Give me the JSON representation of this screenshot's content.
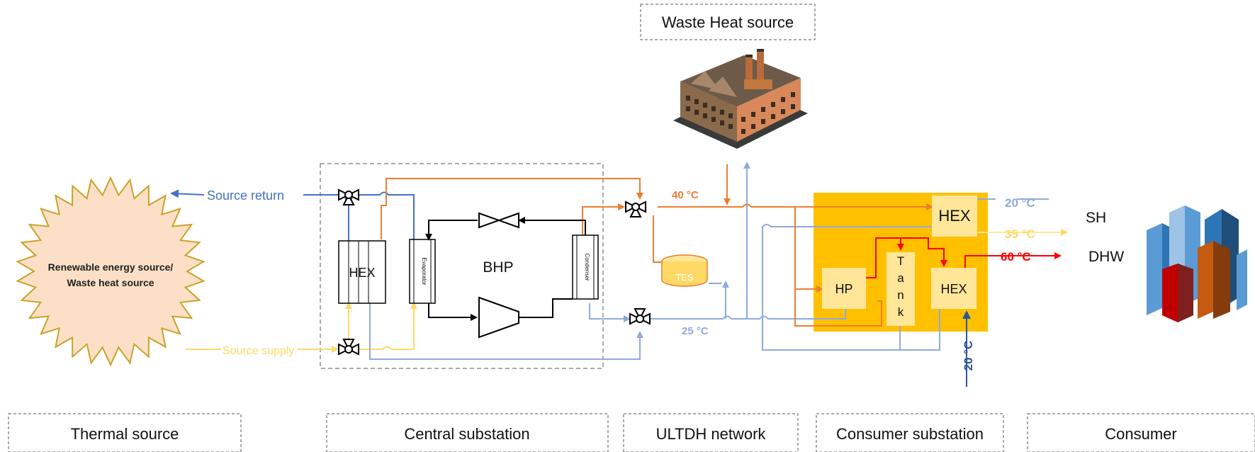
{
  "title_box": "Waste Heat source",
  "thermal": {
    "sun_label_line1": "Renewable energy source/",
    "sun_label_line2": "Waste heat source",
    "source_return": "Source return",
    "source_supply": "Source supply"
  },
  "central": {
    "hex": "HEX",
    "evaporator": "Evaporator",
    "condenser": "Condenser",
    "bhp": "BHP"
  },
  "network": {
    "tes": "TES",
    "t_supply": "40 °C",
    "t_return": "25 °C"
  },
  "consumer_substation": {
    "hex_top": "HEX",
    "hp": "HP",
    "tank_letters": [
      "T",
      "a",
      "n",
      "k"
    ],
    "hex_bottom": "HEX",
    "t_sh_return": "20 °C",
    "t_sh_supply": "35 °C",
    "t_dhw": "60 °C",
    "t_cold_water": "20 °C"
  },
  "consumer": {
    "sh": "SH",
    "dhw": "DHW"
  },
  "sections": [
    "Thermal source",
    "Central substation",
    "ULTDH network",
    "Consumer substation",
    "Consumer"
  ],
  "colors": {
    "orange": "#ED7D31",
    "blue": "#4472C4",
    "light_blue": "#8FAADC",
    "yellow": "#FFD966",
    "red": "#FF0000",
    "substation_fill": "#FFC000",
    "component_fill": "#FFE699"
  }
}
